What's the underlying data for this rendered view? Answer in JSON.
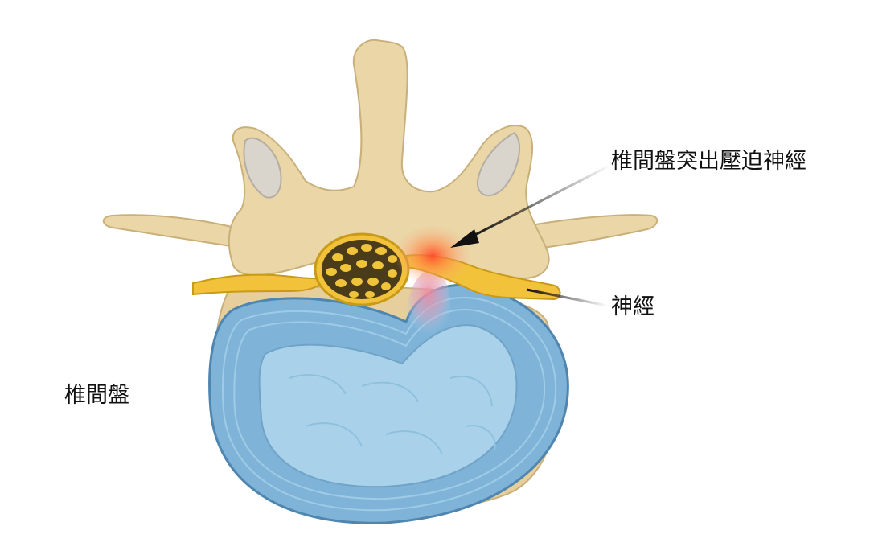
{
  "labels": {
    "herniation": "椎間盤突出壓迫神經",
    "nerve": "神經",
    "disc": "椎間盤"
  },
  "colors": {
    "bone": "#ead6a6",
    "bone_stroke": "#c9b07a",
    "disc_outer": "#7fb4d8",
    "disc_inner": "#a9d2ea",
    "nerve": "#f2c23a",
    "inflammation": "#ff6a3d",
    "canal": "#4a3b1a"
  }
}
